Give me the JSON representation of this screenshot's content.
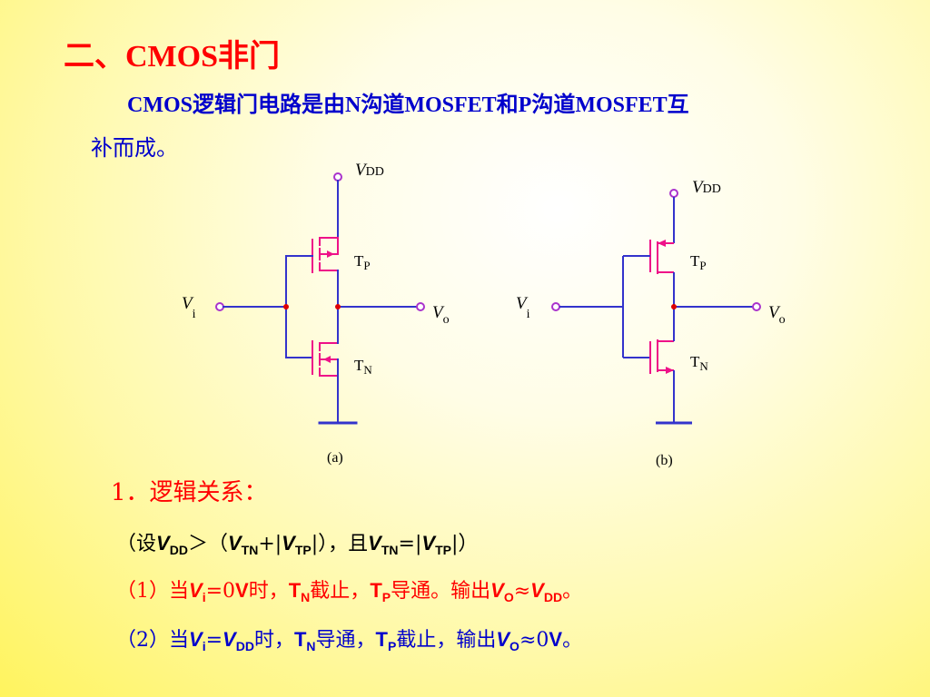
{
  "title": "二、CMOS非门",
  "intro": {
    "line1": "CMOS逻辑门电路是由N沟道MOSFET和P沟道MOSFET互",
    "line2": "补而成。"
  },
  "circuit_a": {
    "vdd": "V",
    "vdd_sub": "DD",
    "tp": "T",
    "tp_sub": "P",
    "tn": "T",
    "tn_sub": "N",
    "vi": "V",
    "vi_sub": "i",
    "vo": "V",
    "vo_sub": "o",
    "caption": "(a)"
  },
  "circuit_b": {
    "vdd": "V",
    "vdd_sub": "DD",
    "tp": "T",
    "tp_sub": "P",
    "tn": "T",
    "tn_sub": "N",
    "vi": "V",
    "vi_sub": "i",
    "vo": "V",
    "vo_sub": "o",
    "caption": "(b)"
  },
  "section": "1．逻辑关系：",
  "cond": {
    "p1": "（设",
    "v1": "V",
    "s1": "DD",
    "p2": "＞（",
    "v2": "V",
    "s2": "TN",
    "p3": "+|",
    "v3": "V",
    "s3": "TP",
    "p4": "|），且",
    "v4": "V",
    "s4": "TN",
    "p5": "=|",
    "v5": "V",
    "s5": "TP",
    "p6": "|）"
  },
  "case1": {
    "p1": "（1）当",
    "v1": "V",
    "s1": "i",
    "p2": "=0",
    "b2": "V",
    "p3": "时，",
    "t1": "T",
    "ts1": "N",
    "p4": "截止，",
    "t2": "T",
    "ts2": "P",
    "p5": "导通。输出",
    "v3": "V",
    "s3": "O",
    "p6": "≈",
    "v4": "V",
    "s4": "DD",
    "p7": "。"
  },
  "case2": {
    "p1": "（2）当",
    "v1": "V",
    "s1": "i",
    "p2": "=",
    "v2": "V",
    "s2": "DD",
    "p3": "时，",
    "t1": "T",
    "ts1": "N",
    "p4": "导通，",
    "t2": "T",
    "ts2": "P",
    "p5": "截止，输出",
    "v3": "V",
    "s3": "O",
    "p6": "≈0",
    "b6": "V",
    "p7": "。"
  },
  "colors": {
    "title": "#ff0000",
    "body_blue": "#0000cc",
    "wire": "#3333cc",
    "mos": "#ee1188",
    "terminal": "#aa33cc",
    "node": "#dd0000"
  }
}
